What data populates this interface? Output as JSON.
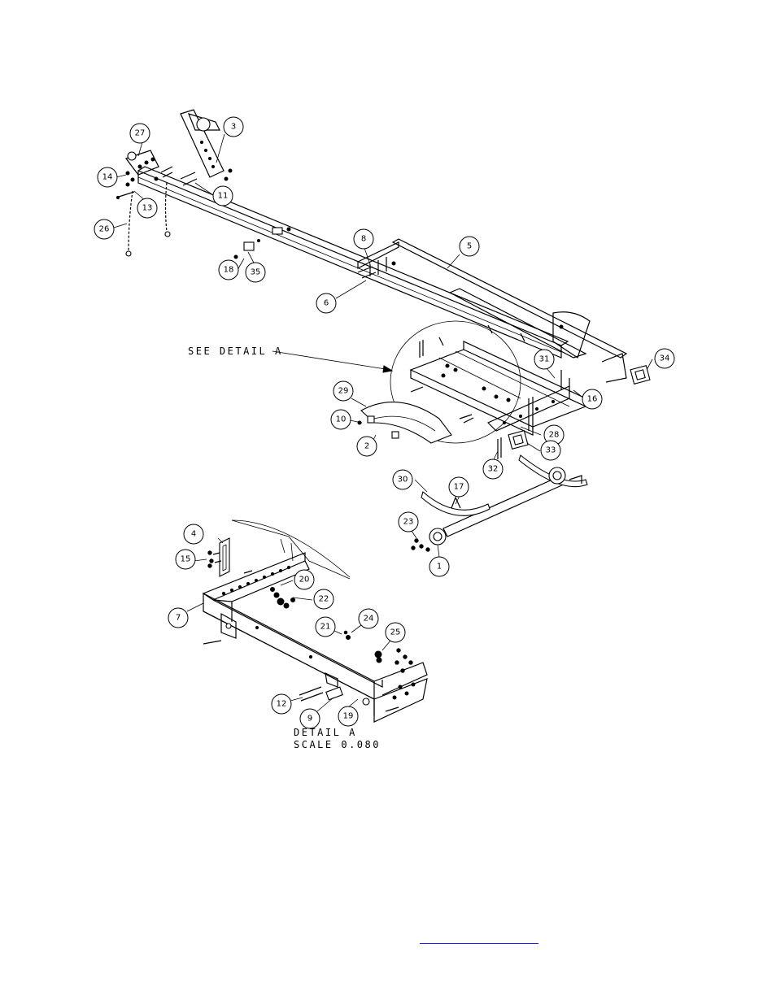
{
  "callouts": [
    {
      "label": "1"
    },
    {
      "label": "2"
    },
    {
      "label": "3"
    },
    {
      "label": "4"
    },
    {
      "label": "5"
    },
    {
      "label": "6"
    },
    {
      "label": "7"
    },
    {
      "label": "8"
    },
    {
      "label": "9"
    },
    {
      "label": "10"
    },
    {
      "label": "11"
    },
    {
      "label": "12"
    },
    {
      "label": "13"
    },
    {
      "label": "14"
    },
    {
      "label": "15"
    },
    {
      "label": "16"
    },
    {
      "label": "17"
    },
    {
      "label": "18"
    },
    {
      "label": "19"
    },
    {
      "label": "20"
    },
    {
      "label": "21"
    },
    {
      "label": "22"
    },
    {
      "label": "23"
    },
    {
      "label": "24"
    },
    {
      "label": "25"
    },
    {
      "label": "26"
    },
    {
      "label": "27"
    },
    {
      "label": "28"
    },
    {
      "label": "29"
    },
    {
      "label": "30"
    },
    {
      "label": "31"
    },
    {
      "label": "32"
    },
    {
      "label": "33"
    },
    {
      "label": "34"
    },
    {
      "label": "35"
    }
  ],
  "notes": {
    "see_detail": "SEE DETAIL  A",
    "detail_title": "DETAIL  A",
    "detail_scale": "SCALE  0.080"
  },
  "footer": {
    "link_text": ""
  }
}
